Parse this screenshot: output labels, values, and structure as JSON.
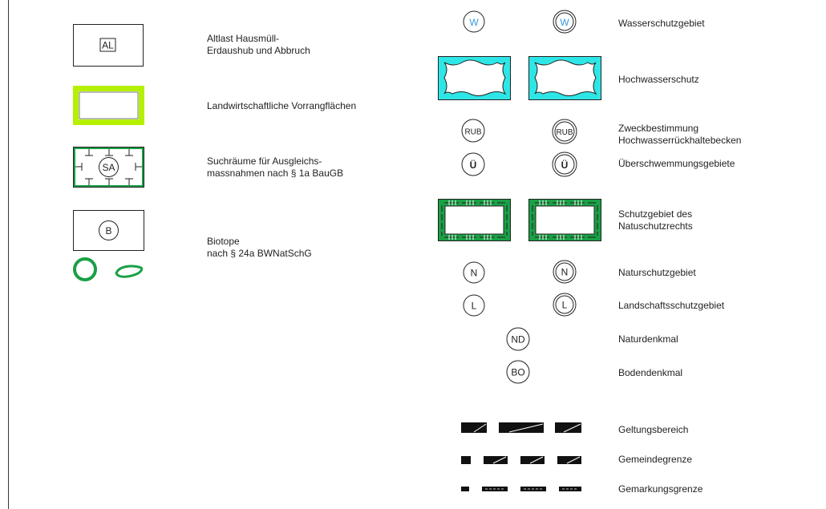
{
  "legend_left": [
    {
      "code": "AL",
      "label": "Altlast Hausmüll-\nErdaushub und Abbruch"
    },
    {
      "label": "Landwirtschaftliche Vorrangflächen",
      "color": "#b5f000"
    },
    {
      "code": "SA",
      "label": "Suchräume für Ausgleichs-\nmassnahmen nach § 1a BauGB",
      "color": "#1aa045"
    },
    {
      "code": "B",
      "label": "Biotope\nnach § 24a BWNatSchG",
      "color": "#1aa045"
    }
  ],
  "legend_right": [
    {
      "code": "W",
      "label": "Wasserschutzgebiet",
      "color": "#3a9ad9"
    },
    {
      "label": "Hochwasserschutz",
      "color": "#2ee6e6"
    },
    {
      "code": "RUB",
      "label": "Zweckbestimmung\nHochwasserrückhaltebecken"
    },
    {
      "code": "Ü",
      "label": "Überschwemmungsgebiete"
    },
    {
      "label": "Schutzgebiet des\nNatuschutzrechts",
      "color": "#1aa045"
    },
    {
      "code": "N",
      "label": "Naturschutzgebiet"
    },
    {
      "code": "L",
      "label": "Landschaftsschutzgebiet"
    },
    {
      "code": "ND",
      "label": "Naturdenkmal"
    },
    {
      "code": "BO",
      "label": "Bodendenkmal"
    },
    {
      "label": "Geltungsbereich"
    },
    {
      "label": "Gemeindegrenze"
    },
    {
      "label": "Gemarkungsgrenze"
    }
  ]
}
